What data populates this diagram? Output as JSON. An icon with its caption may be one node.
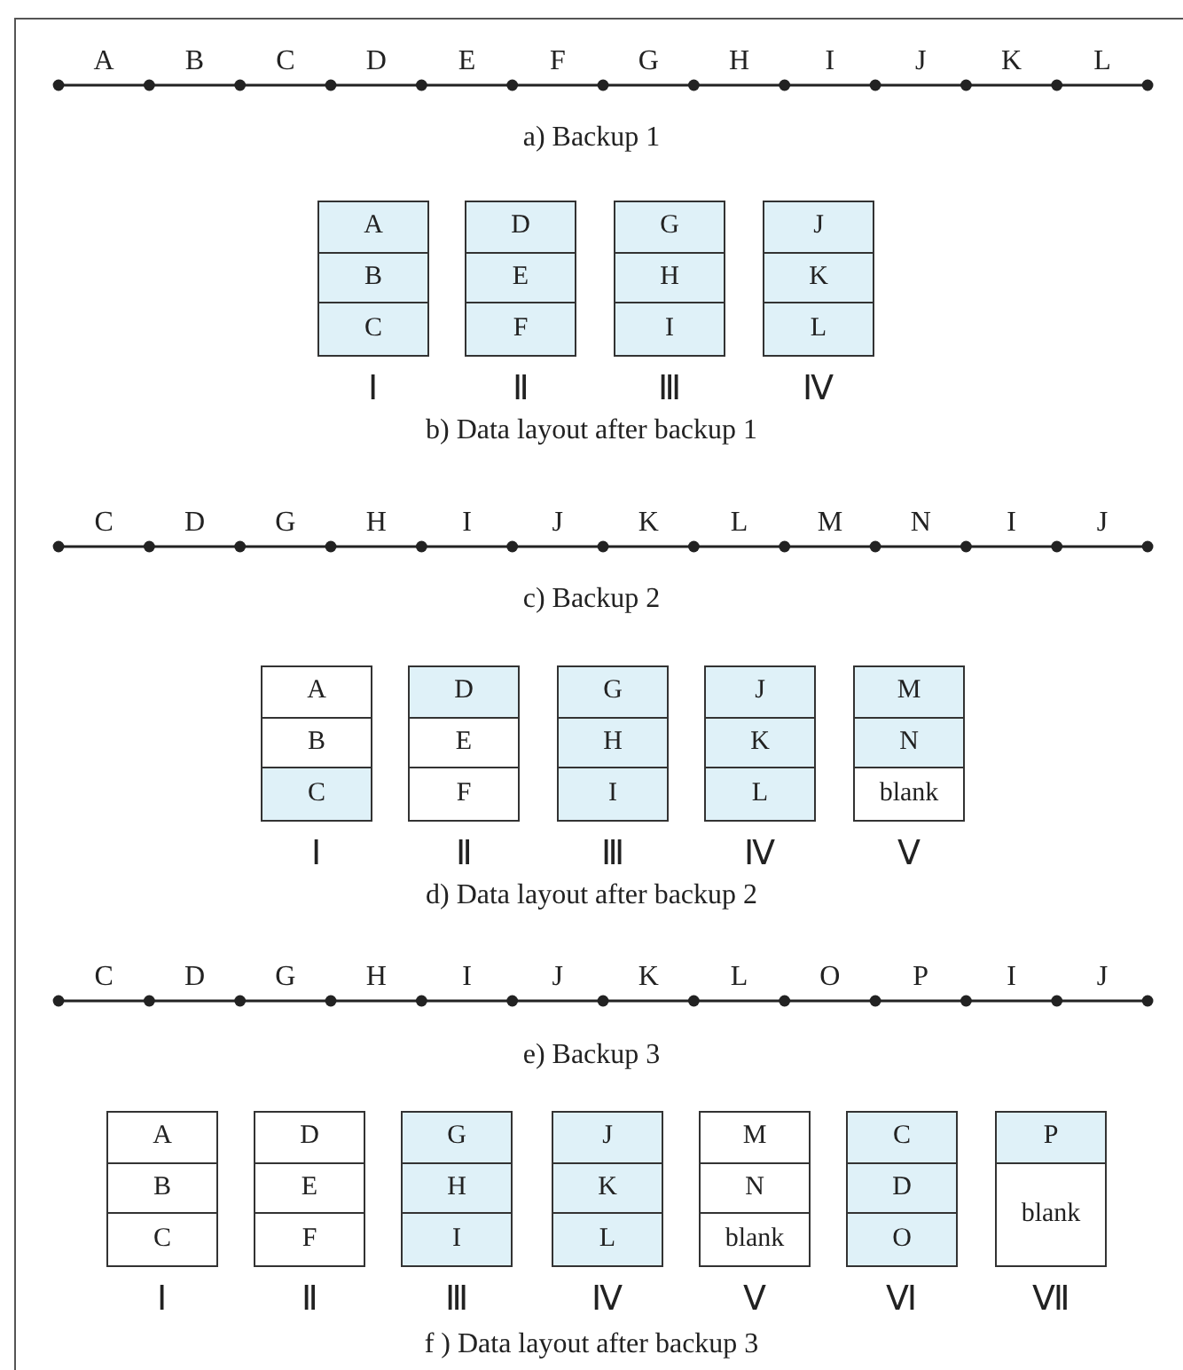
{
  "diagram": {
    "nodes": [
      {
        "text": [],
        "shape": "box",
        "beside": [
          "Ⅰ"
        ]
      },
      {
        "text": [
          "A"
        ],
        "in": 0
      },
      {
        "text": [
          "B"
        ],
        "in": 0
      },
      {
        "text": [
          "C"
        ],
        "in": 0
      },
      {
        "text": [],
        "shape": "box",
        "beside": [
          "Ⅱ"
        ]
      },
      {
        "text": [
          "D"
        ],
        "in": 4
      },
      {
        "text": [
          "E"
        ],
        "in": 4
      },
      {
        "text": [
          "F"
        ],
        "in": 4
      },
      {
        "text": [],
        "shape": "box",
        "beside": [
          "Ⅲ"
        ]
      },
      {
        "text": [
          "G"
        ],
        "in": 8
      },
      {
        "text": [
          "H"
        ],
        "in": 8
      },
      {
        "text": [
          "I"
        ],
        "in": 8
      },
      {
        "text": [],
        "shape": "box",
        "beside": [
          "Ⅳ"
        ]
      },
      {
        "text": [
          "J"
        ],
        "in": 12
      },
      {
        "text": [
          "K"
        ],
        "in": 12
      },
      {
        "text": [
          "L"
        ],
        "in": 12
      },
      {
        "text": [],
        "shape": "box",
        "beside": [
          "Ⅰ"
        ]
      },
      {
        "text": [
          "A"
        ],
        "in": 16
      },
      {
        "text": [
          "B"
        ],
        "in": 16
      },
      {
        "text": [
          "C"
        ],
        "in": 16
      },
      {
        "text": [],
        "shape": "box",
        "beside": [
          "Ⅱ"
        ]
      },
      {
        "text": [
          "D"
        ],
        "in": 20
      },
      {
        "text": [
          "E"
        ],
        "in": 20
      },
      {
        "text": [
          "F"
        ],
        "in": 20
      },
      {
        "text": [],
        "shape": "box",
        "beside": [
          "Ⅲ"
        ]
      },
      {
        "text": [
          "G"
        ],
        "in": 24
      },
      {
        "text": [
          "H"
        ],
        "in": 24
      },
      {
        "text": [
          "I"
        ],
        "in": 24
      },
      {
        "text": [],
        "shape": "box",
        "beside": [
          "Ⅳ"
        ]
      },
      {
        "text": [
          "J"
        ],
        "in": 28
      },
      {
        "text": [
          "K"
        ],
        "in": 28
      },
      {
        "text": [
          "L"
        ],
        "in": 28
      },
      {
        "text": [],
        "shape": "box",
        "beside": [
          "Ⅴ"
        ]
      },
      {
        "text": [
          "M"
        ],
        "in": 32
      },
      {
        "text": [
          "N"
        ],
        "in": 32
      },
      {
        "text": [
          "blank"
        ],
        "in": 32
      },
      {
        "text": [],
        "shape": "box",
        "beside": [
          "Ⅰ"
        ]
      },
      {
        "text": [
          "A"
        ],
        "in": 36
      },
      {
        "text": [
          "B"
        ],
        "in": 36
      },
      {
        "text": [
          "C"
        ],
        "in": 36
      },
      {
        "text": [],
        "shape": "box",
        "beside": [
          "Ⅱ"
        ]
      },
      {
        "text": [
          "D"
        ],
        "in": 40
      },
      {
        "text": [
          "E"
        ],
        "in": 40
      },
      {
        "text": [
          "F"
        ],
        "in": 40
      },
      {
        "text": [],
        "shape": "box",
        "beside": [
          "Ⅲ"
        ]
      },
      {
        "text": [
          "G"
        ],
        "in": 44
      },
      {
        "text": [
          "H"
        ],
        "in": 44
      },
      {
        "text": [
          "I"
        ],
        "in": 44
      },
      {
        "text": [],
        "shape": "box",
        "beside": [
          "Ⅳ"
        ]
      },
      {
        "text": [
          "J"
        ],
        "in": 48
      },
      {
        "text": [
          "K"
        ],
        "in": 48
      },
      {
        "text": [
          "L"
        ],
        "in": 48
      },
      {
        "text": [],
        "shape": "box",
        "beside": [
          "Ⅴ"
        ]
      },
      {
        "text": [
          "M"
        ],
        "in": 52
      },
      {
        "text": [
          "N"
        ],
        "in": 52
      },
      {
        "text": [
          "blank"
        ],
        "in": 52
      },
      {
        "text": [],
        "shape": "box",
        "beside": [
          "Ⅵ"
        ]
      },
      {
        "text": [
          "C"
        ],
        "in": 56
      },
      {
        "text": [
          "D"
        ],
        "in": 56
      },
      {
        "text": [
          "O"
        ],
        "in": 56
      },
      {
        "text": [],
        "shape": "box",
        "beside": [
          "Ⅶ"
        ]
      },
      {
        "text": [
          "P"
        ],
        "in": 60
      },
      {
        "text": [
          "blank"
        ],
        "in": 60
      }
    ],
    "edges": [],
    "labels": [
      "A",
      "B",
      "C",
      "D",
      "E",
      "F",
      "G",
      "H",
      "I",
      "J",
      "K",
      "L",
      "a) Backup 1",
      "b) Data layout after backup 1",
      "C",
      "D",
      "G",
      "H",
      "I",
      "J",
      "K",
      "L",
      "M",
      "N",
      "I",
      "J",
      "c) Backup 2",
      "d) Data layout after backup 2",
      "C",
      "D",
      "G",
      "H",
      "I",
      "J",
      "K",
      "L",
      "O",
      "P",
      "I",
      "J",
      "e) Backup 3",
      "f ) Data layout after backup 3"
    ]
  }
}
